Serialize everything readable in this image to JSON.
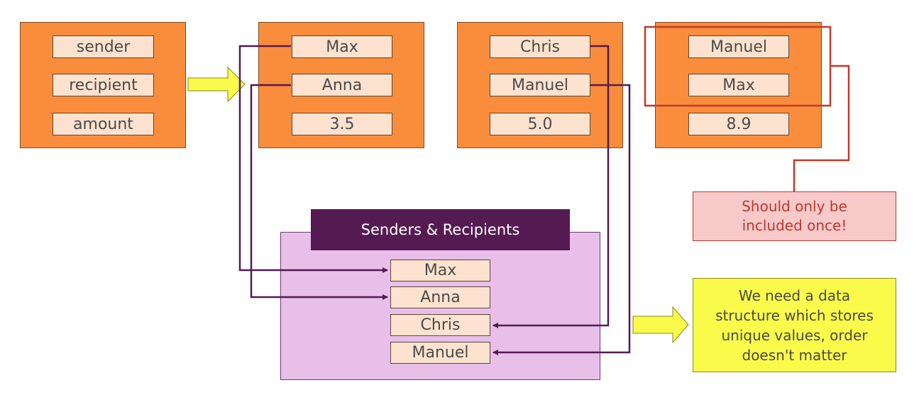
{
  "schema": {
    "fields": [
      "sender",
      "recipient",
      "amount"
    ]
  },
  "transactions": [
    {
      "sender": "Max",
      "recipient": "Anna",
      "amount": "3.5"
    },
    {
      "sender": "Chris",
      "recipient": "Manuel",
      "amount": "5.0"
    },
    {
      "sender": "Manuel",
      "recipient": "Max",
      "amount": "8.9"
    }
  ],
  "set": {
    "title": "Senders & Recipients",
    "items": [
      "Max",
      "Anna",
      "Chris",
      "Manuel"
    ]
  },
  "warning": {
    "line1": "Should only be",
    "line2": "included once!"
  },
  "note": {
    "line1": "We need a data",
    "line2": "structure which stores",
    "line3": "unique values, order",
    "line4": "doesn't matter"
  },
  "colors": {
    "card": "#f98d3c",
    "field": "#fde3cf",
    "set_box": "#e8bfe9",
    "set_title": "#541a52",
    "connector": "#541a52",
    "highlight": "#c0392b",
    "arrow": "#fafa4b"
  }
}
